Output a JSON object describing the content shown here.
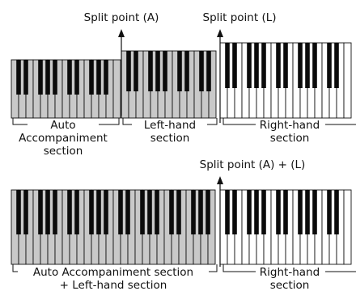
{
  "diagram_a": {
    "split_label_a": "Split point (A)",
    "split_label_l": "Split point (L)",
    "auto_label": [
      "Auto",
      "Accompaniment",
      "section"
    ],
    "left_label": [
      "Left-hand",
      "section"
    ],
    "right_label": [
      "Right-hand",
      "section"
    ]
  },
  "diagram_b": {
    "split_label": "Split point (A) + (L)",
    "combined_label": [
      "Auto Accompaniment section",
      "+ Left-hand section"
    ],
    "right_label": [
      "Right-hand",
      "section"
    ]
  },
  "colors": {
    "keys_shaded": "#c9c9c9",
    "keys_plain": "#ffffff",
    "black_keys": "#0b0b0b",
    "line": "#111111"
  }
}
